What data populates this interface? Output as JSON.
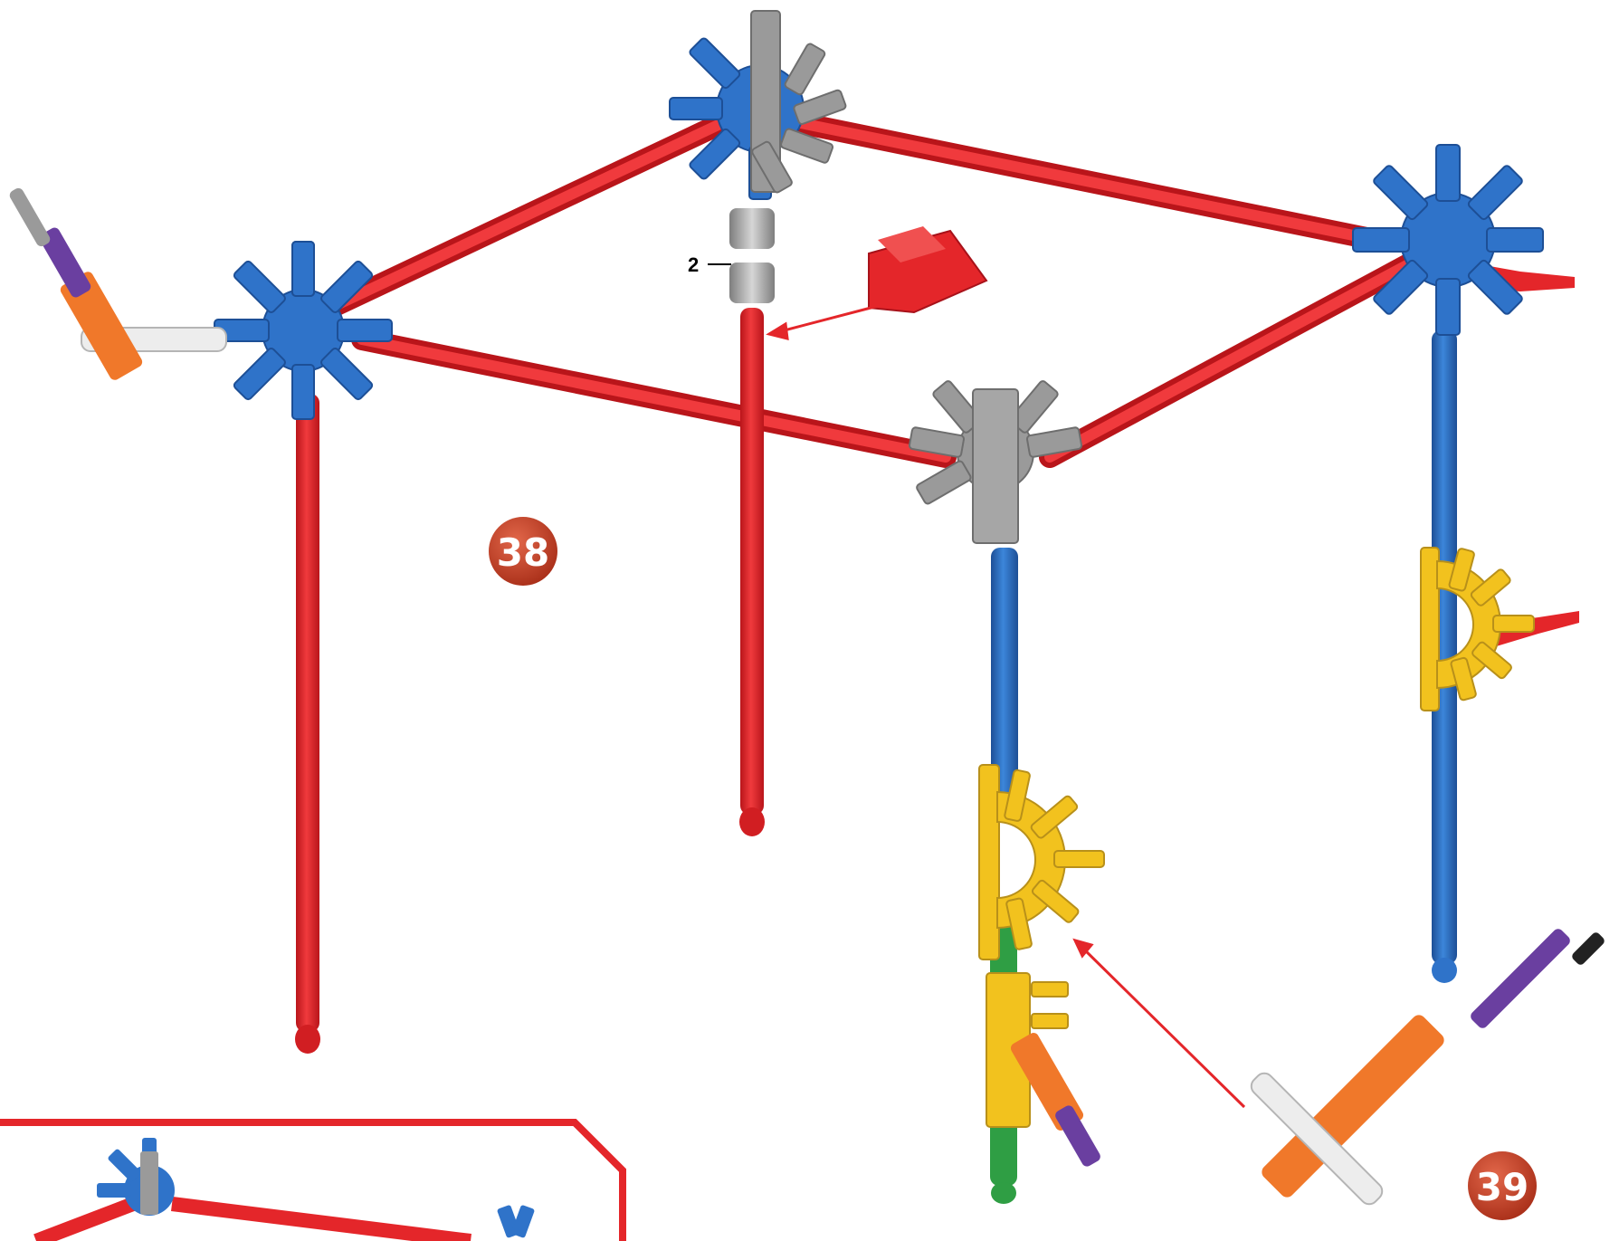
{
  "callout": {
    "count_label": "2"
  },
  "steps": [
    {
      "number": "38",
      "color": "#C4432A"
    },
    {
      "number": "39",
      "color": "#C4432A"
    }
  ],
  "colors": {
    "red_rod": "#E4262A",
    "blue_connector": "#2F73C9",
    "gray_connector": "#9A9A9A",
    "yellow_connector": "#F2C21E",
    "orange_rod": "#F0782A",
    "purple_rod": "#6A3FA0",
    "green_rod": "#2F9E44",
    "white_rod": "#EDEDED",
    "arrow": "#E4262A",
    "frame": "#E4262A"
  },
  "icons": {
    "connector_blue": "blue-8-way-connector-icon",
    "connector_gray": "gray-connector-icon",
    "connector_yellow": "yellow-half-wheel-connector-icon",
    "clip_red": "red-clip-icon"
  }
}
